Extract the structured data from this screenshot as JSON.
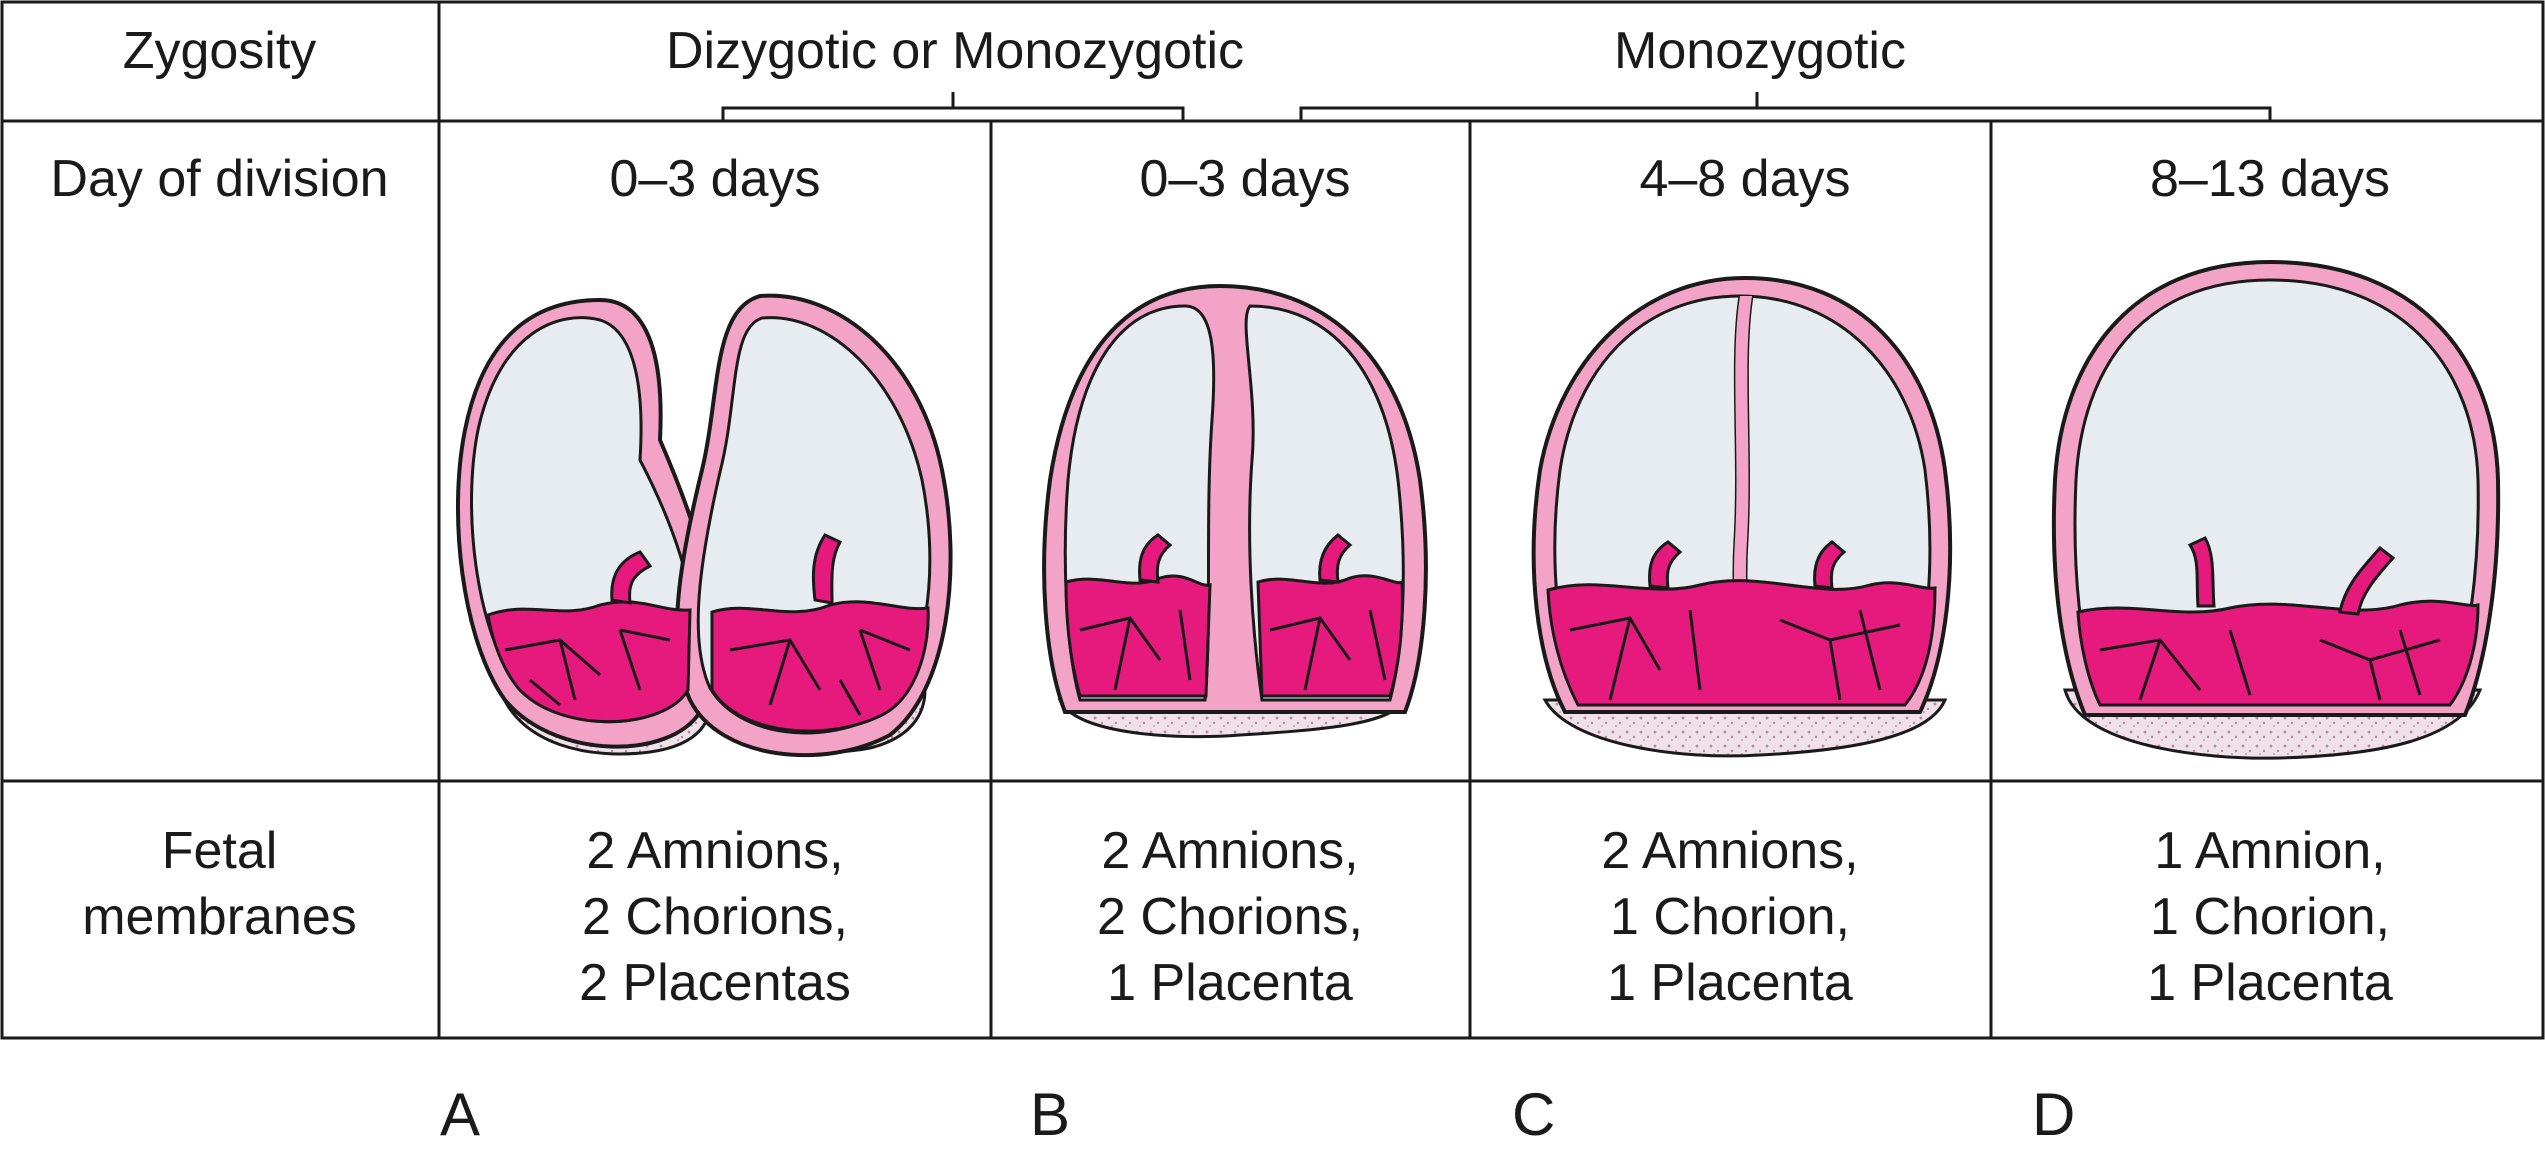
{
  "header": {
    "row_label": "Zygosity",
    "group_1": "Dizygotic or Monozygotic",
    "group_2": "Monozygotic"
  },
  "day_row": {
    "label": "Day of division",
    "columns": [
      "0–3 days",
      "0–3 days",
      "4–8 days",
      "8–13 days"
    ]
  },
  "membranes_row": {
    "label": [
      "Fetal",
      "membranes"
    ],
    "columns": [
      [
        "2 Amnions,",
        "2 Chorions,",
        "2 Placentas"
      ],
      [
        "2 Amnions,",
        "2 Chorions,",
        "1 Placenta"
      ],
      [
        "2 Amnions,",
        "1 Chorion,",
        "1 Placenta"
      ],
      [
        "1 Amnion,",
        "1 Chorion,",
        "1 Placenta"
      ]
    ]
  },
  "panel_letters": [
    "A",
    "B",
    "C",
    "D"
  ],
  "colors": {
    "chorion_pink": "#f2a3c6",
    "placenta_magenta": "#e6197d",
    "amniotic_cavity": "#e6ecef",
    "decidua_speckle": "#e7d5dd",
    "outline": "#1a1a1a"
  }
}
